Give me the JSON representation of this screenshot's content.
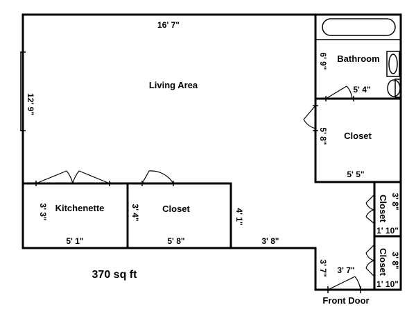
{
  "rooms": {
    "living": "Living Area",
    "bathroom": "Bathroom",
    "closet_main": "Closet",
    "kitchenette": "Kitchenette",
    "closet_mid": "Closet",
    "closet_small_1": "Closet",
    "closet_small_2": "Closet",
    "front_door": "Front Door"
  },
  "dimensions": {
    "living_width": "16' 7\"",
    "living_height": "12' 9\"",
    "bath_height": "6' 9\"",
    "bath_width": "5' 4\"",
    "closet_main_height": "5' 8\"",
    "closet_main_width": "5' 5\"",
    "kitchen_height": "3' 3\"",
    "kitchen_width": "5' 1\"",
    "closet_mid_height": "3' 4\"",
    "closet_mid_width": "5' 8\"",
    "hall_height": "4' 1\"",
    "hall_width": "3' 8\"",
    "small_closet_1_height": "3' 8\"",
    "small_closet_1_width": "1' 10\"",
    "small_closet_2_height": "3' 8\"",
    "small_closet_2_width": "1' 10\"",
    "entry_height": "3' 7\"",
    "entry_width": "3' 7\""
  },
  "area": "370 sq ft"
}
